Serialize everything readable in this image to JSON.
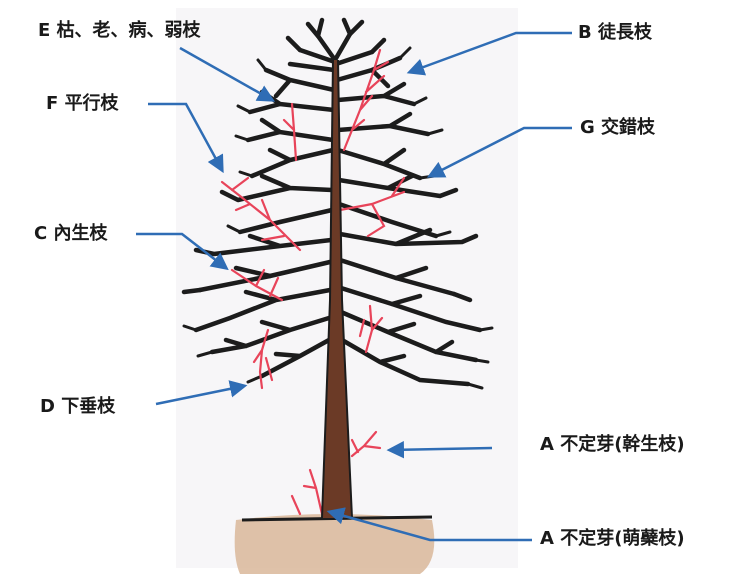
{
  "labels": {
    "e": "E 枯、老、病、弱枝",
    "b": "B 徒長枝",
    "f": "F 平行枝",
    "g": "G 交錯枝",
    "c": "C 內生枝",
    "d": "D 下垂枝",
    "a_trunk": "A 不定芽(幹生枝)",
    "a_base": "A 不定芽(萌蘗枝)"
  },
  "colors": {
    "arrow": "#2f6db5",
    "tree": "#1c1c1c",
    "trunk": "#6b3a26",
    "faulty_branch": "#e8445a",
    "ground": "#d9b79a",
    "paper": "#f7f6f8"
  }
}
